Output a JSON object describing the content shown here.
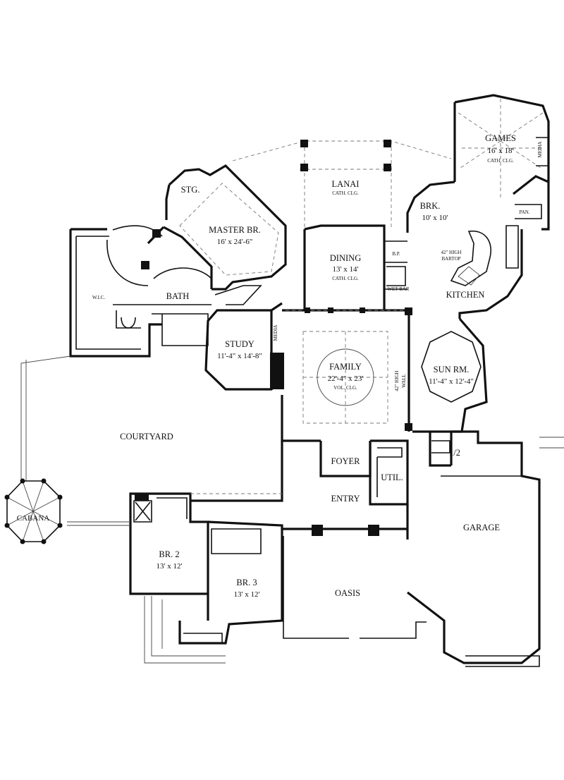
{
  "rooms": {
    "games": {
      "name": "GAMES",
      "size": "16' x 18'",
      "note": "CATH. CLG."
    },
    "media_games": {
      "name": "MEDIA"
    },
    "pan": {
      "name": "PAN."
    },
    "brk": {
      "name": "BRK.",
      "size": "10' x 10'"
    },
    "bartop": {
      "line1": "42\" HIGH",
      "line2": "BARTOP"
    },
    "kitchen": {
      "name": "KITCHEN"
    },
    "lanai": {
      "name": "LANAI",
      "note": "CATH. CLG."
    },
    "stg": {
      "name": "STG."
    },
    "master": {
      "name": "MASTER BR.",
      "size": "16' x 24'-6\""
    },
    "dining": {
      "name": "DINING",
      "size": "13' x 14'",
      "note": "CATH. CLG."
    },
    "bp": {
      "name": "B.P."
    },
    "wetbar": {
      "name": "WET BAR"
    },
    "wic": {
      "name": "W.I.C."
    },
    "bath": {
      "name": "BATH"
    },
    "study": {
      "name": "STUDY",
      "size": "11'-4\" x 14'-8\""
    },
    "media_family": {
      "name": "MEDIA"
    },
    "family": {
      "name": "FAMILY",
      "size": "22'-4\" x 23'",
      "note": "VOL. CLG."
    },
    "wall_note": {
      "line1": "42\" HIGH",
      "line2": "WALL"
    },
    "sunrm": {
      "name": "SUN RM.",
      "size": "11'-4\" x 12'-4\""
    },
    "courtyard": {
      "name": "COURTYARD"
    },
    "cabana": {
      "name": "CABANA"
    },
    "foyer": {
      "name": "FOYER"
    },
    "util": {
      "name": "UTIL."
    },
    "half_bath": {
      "name": "1/2"
    },
    "entry": {
      "name": "ENTRY"
    },
    "garage": {
      "name": "GARAGE"
    },
    "br2": {
      "name": "BR. 2",
      "size": "13' x 12'"
    },
    "br3": {
      "name": "BR. 3",
      "size": "13' x 12'"
    },
    "oasis": {
      "name": "OASIS"
    }
  }
}
